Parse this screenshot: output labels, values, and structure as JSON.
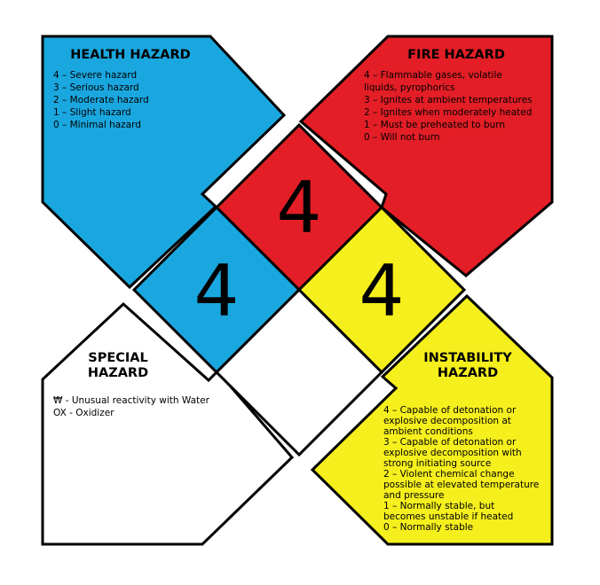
{
  "colors": {
    "health": "#1aa7df",
    "fire": "#e31e26",
    "instability": "#f5ef1d",
    "special": "#ffffff",
    "outline": "#000000"
  },
  "ratings": {
    "health": "4",
    "fire": "4",
    "instability": "4",
    "special": ""
  },
  "health_panel": {
    "title": "HEALTH HAZARD",
    "lines": [
      "4 – Severe hazard",
      "3 – Serious hazard",
      "2 – Moderate hazard",
      "1 – Slight hazard",
      "0 – Minimal hazard"
    ]
  },
  "fire_panel": {
    "title": "FIRE HAZARD",
    "lines": [
      "4 – Flammable gases, volatile",
      "liquids, pyrophorics",
      "3 – Ignites at ambient temperatures",
      "2 – Ignites when moderately heated",
      "1 – Must be preheated to burn",
      "0 – Will not burn"
    ]
  },
  "special_panel": {
    "title_lines": [
      "SPECIAL",
      "HAZARD"
    ],
    "lines": [
      "₩ - Unusual reactivity with Water",
      "OX - Oxidizer"
    ]
  },
  "instability_panel": {
    "title_lines": [
      "INSTABILITY",
      "HAZARD"
    ],
    "lines": [
      "4 – Capable of detonation or",
      "explosive decomposition at",
      "ambient conditions",
      "3 – Capable of detonation or",
      "explosive decomposition with",
      "strong initiating source",
      "2 – Violent chemical change",
      "possible at elevated temperature",
      "and pressure",
      "1 – Normally stable, but",
      "becomes unstable if heated",
      "0 – Normally stable"
    ]
  }
}
